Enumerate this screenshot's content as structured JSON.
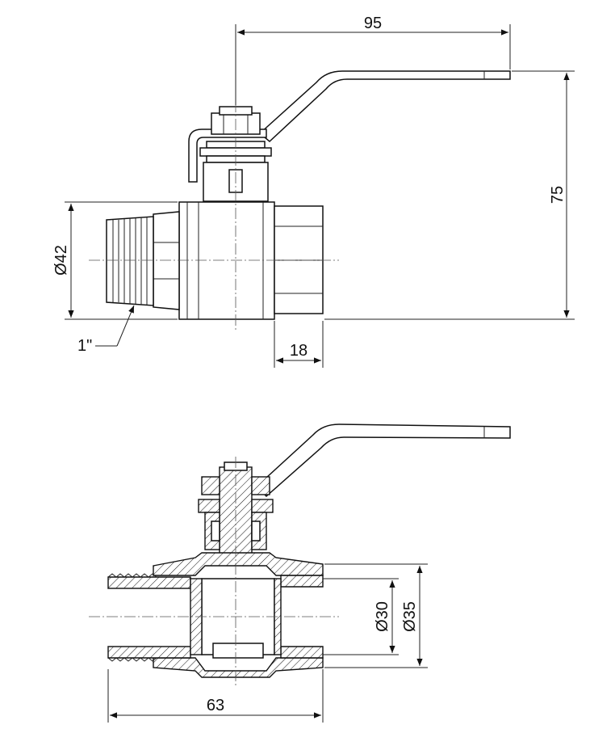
{
  "labels": {
    "top_width": "95",
    "height": "75",
    "diameter_42": "Ø42",
    "thread": "1\"",
    "socket_depth": "18",
    "diameter_30": "Ø30",
    "diameter_35": "Ø35",
    "length": "63"
  }
}
